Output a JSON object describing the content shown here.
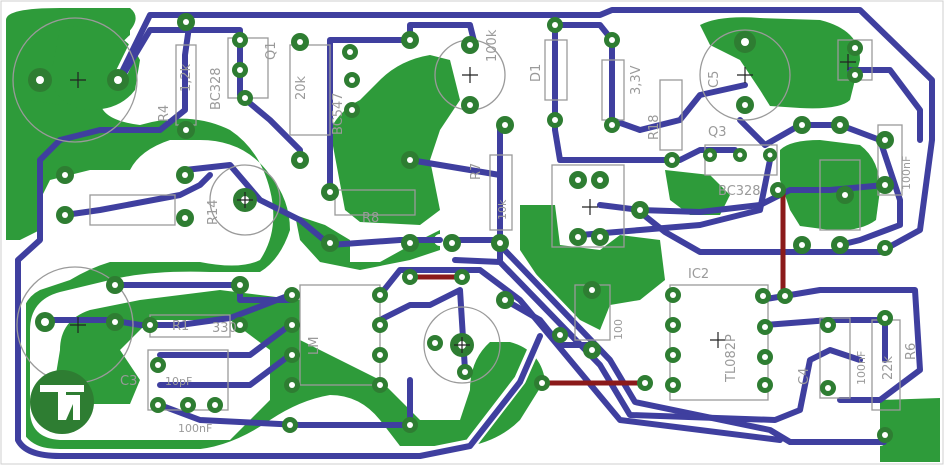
{
  "board": {
    "colors": {
      "background": "#ffffff",
      "copper_fill": "#2e9b3a",
      "trace": "#3f3f9f",
      "pad": "#2e7d32",
      "jumper": "#8b1a1a",
      "silkscreen": "#9a9a9a"
    },
    "logo_text": "ПИ",
    "silk_labels": {
      "r4": "R4",
      "r4_val": "1,2k",
      "bc328_a": "BC328",
      "q1": "Q1",
      "r_20k": "20k",
      "bc547": "BC547",
      "val_100k": "100k",
      "d1": "D1",
      "val_33v": "3,3V",
      "r18": "R18",
      "c5": "C5",
      "q3": "Q3",
      "bc328_b": "BC328",
      "r14": "R14",
      "r7": "R7",
      "r7_val": "10k",
      "r8": "R8",
      "ic2": "IC2",
      "tl082": "TL082P",
      "val_100n_a": "100nF",
      "r6_val": "22k",
      "r6": "R6",
      "c4": "C4",
      "val_100n_b": "100nF",
      "val_10pf": "10pF",
      "val_100n_c": "100nF",
      "val_330": "330",
      "r1": "R1",
      "c3": "C3",
      "lm": "LM",
      "val_100_c": "100"
    }
  }
}
